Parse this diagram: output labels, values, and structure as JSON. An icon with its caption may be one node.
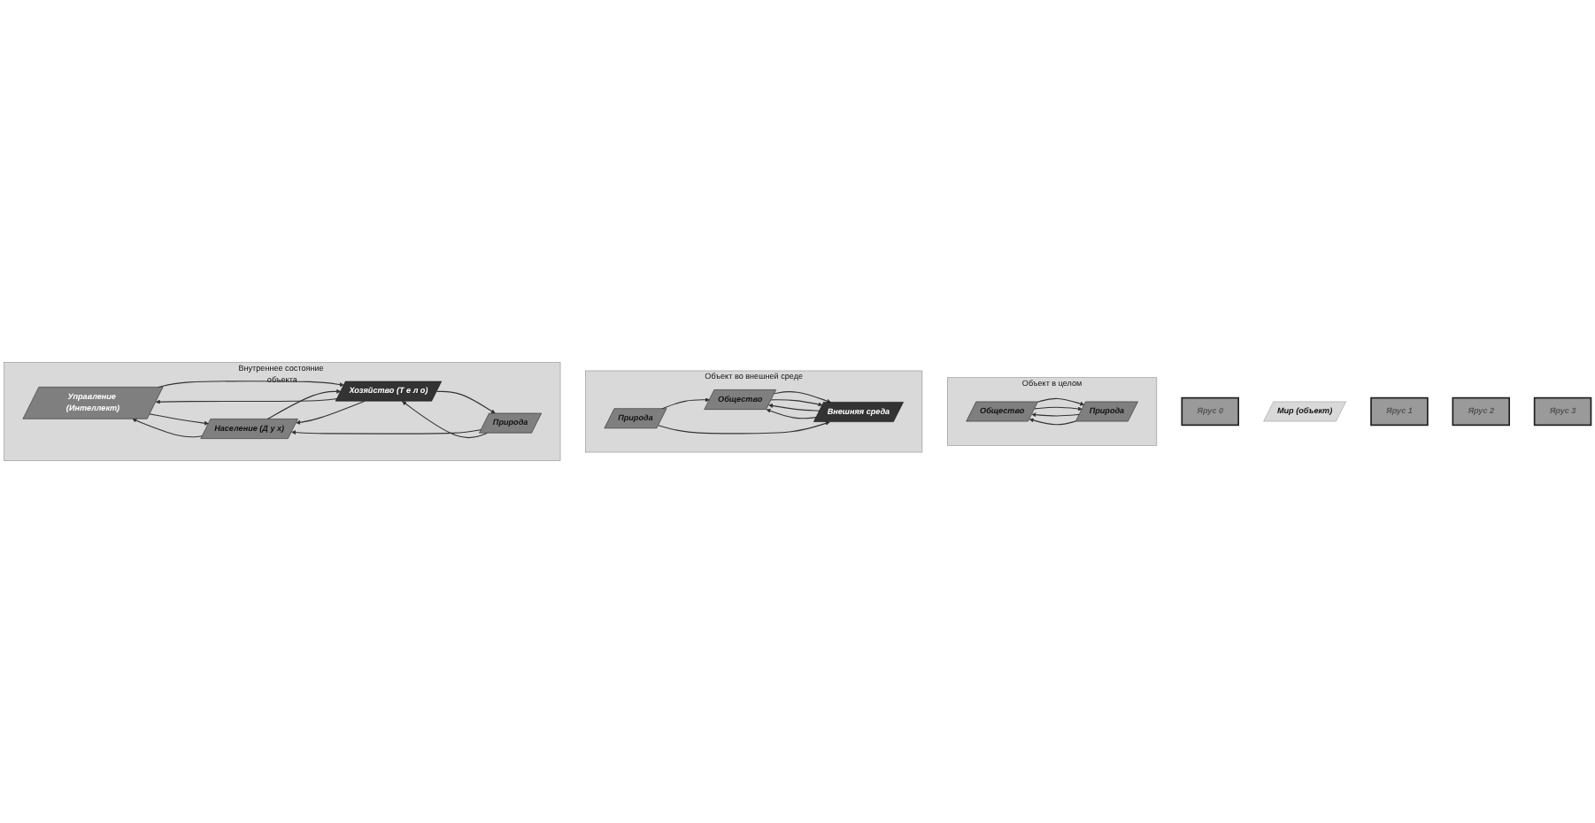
{
  "diagram": {
    "nodes": [
      {
        "text": [
          "Ярус 0"
        ]
      },
      {
        "text": [
          "Мир (объект)"
        ]
      },
      {
        "text": [
          "Ярус 1"
        ]
      },
      {
        "text": [
          "Объект в целом"
        ]
      },
      {
        "text": [
          "Общество"
        ],
        "in": 3
      },
      {
        "text": [
          "Природа"
        ],
        "in": 3
      },
      {
        "text": [
          "Ярус 2"
        ]
      },
      {
        "text": [
          "Объект во внешней среде"
        ]
      },
      {
        "text": [
          "Общество"
        ],
        "in": 7
      },
      {
        "text": [
          "Внешняя среда"
        ],
        "in": 7
      },
      {
        "text": [
          "Природа"
        ],
        "in": 7
      },
      {
        "text": [
          "Ярус 3"
        ]
      },
      {
        "text": [
          "Внутреннее состояние объекта"
        ]
      },
      {
        "text": [
          "Управление (Интеллект)"
        ],
        "in": 12
      },
      {
        "text": [
          "Население (Д у х)"
        ],
        "in": 12
      },
      {
        "text": [
          "Хозяйство (Т е л о)"
        ],
        "in": 12
      },
      {
        "text": [
          "Природа"
        ],
        "in": 12
      }
    ],
    "edges": [
      {
        "from": 5,
        "to": 4,
        "arrow": "to"
      },
      {
        "from": 5,
        "to": 4,
        "arrow": "to"
      },
      {
        "from": 4,
        "to": 5,
        "arrow": "to"
      },
      {
        "from": 4,
        "to": 5,
        "arrow": "to"
      },
      {
        "from": 9,
        "to": 8,
        "arrow": "to"
      },
      {
        "from": 8,
        "to": 9,
        "arrow": "to"
      },
      {
        "from": 9,
        "to": 8,
        "arrow": "to"
      },
      {
        "from": 8,
        "to": 9,
        "arrow": "to"
      },
      {
        "from": 10,
        "to": 8,
        "arrow": "to"
      },
      {
        "from": 10,
        "to": 9,
        "arrow": "to"
      },
      {
        "from": 13,
        "to": 14,
        "arrow": "to"
      },
      {
        "from": 13,
        "to": 15,
        "arrow": "to"
      },
      {
        "from": 14,
        "to": 13,
        "arrow": "to"
      },
      {
        "from": 15,
        "to": 13,
        "arrow": "to"
      },
      {
        "from": 15,
        "to": 14,
        "arrow": "to"
      },
      {
        "from": 14,
        "to": 15,
        "arrow": "to"
      },
      {
        "from": 16,
        "to": 14,
        "arrow": "to"
      },
      {
        "from": 16,
        "to": 15,
        "arrow": "to"
      },
      {
        "from": 15,
        "to": 16,
        "arrow": "to"
      }
    ]
  }
}
